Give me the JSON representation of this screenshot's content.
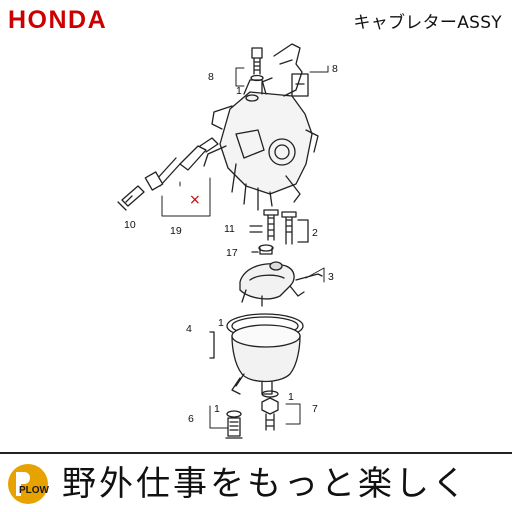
{
  "header": {
    "brand_logo": "HONDA",
    "brand_color": "#cc0000",
    "title": "キャブレターASSY"
  },
  "diagram": {
    "callouts": {
      "c8a": "8",
      "c1a": "1",
      "c8b": "8",
      "c10": "10",
      "c19": "19",
      "c11": "11",
      "c2": "2",
      "c17": "17",
      "c3": "3",
      "c4": "4",
      "c1b": "1",
      "c6": "6",
      "c1c": "1",
      "c1d": "1",
      "c7": "7"
    },
    "marker_x": "×",
    "marker_color": "#cc0000"
  },
  "footer": {
    "logo_text": "PLOW",
    "logo_color": "#e8a200",
    "slogan": "野外仕事をもっと楽しく"
  }
}
